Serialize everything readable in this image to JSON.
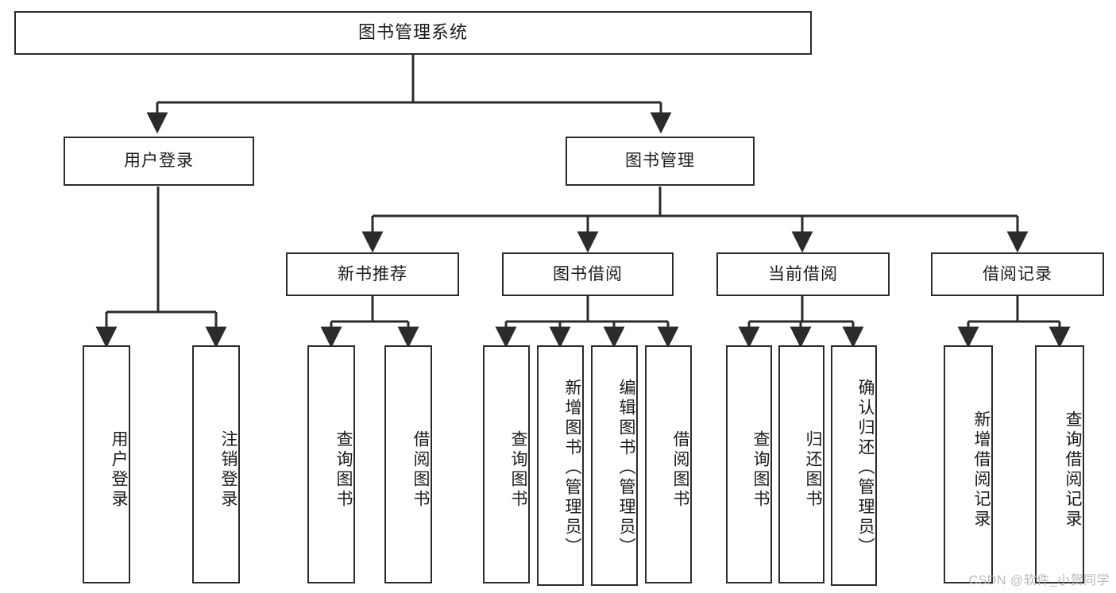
{
  "diagram": {
    "title": "图书管理系统",
    "type": "tree",
    "orientation": "top-down",
    "colors": {
      "node_border": "#2b2b2b",
      "node_fill": "#ffffff",
      "edge": "#2b2b2b",
      "text": "#1a1a1a",
      "watermark": "#b9b9b9",
      "background": "#ffffff"
    }
  },
  "watermark": {
    "text": "CSDN @软件_小贺同学"
  },
  "nodes": {
    "root": {
      "id": "root",
      "label": "图书管理系统",
      "level": 0,
      "orientation": "horizontal"
    },
    "level1": [
      {
        "id": "user-login",
        "label": "用户登录",
        "level": 1,
        "orientation": "horizontal"
      },
      {
        "id": "book-manage",
        "label": "图书管理",
        "level": 1,
        "orientation": "horizontal"
      }
    ],
    "level2": [
      {
        "id": "new-book-recommend",
        "label": "新书推荐",
        "level": 2,
        "orientation": "horizontal",
        "parent": "book-manage"
      },
      {
        "id": "book-borrow",
        "label": "图书借阅",
        "level": 2,
        "orientation": "horizontal",
        "parent": "book-manage"
      },
      {
        "id": "current-borrow",
        "label": "当前借阅",
        "level": 2,
        "orientation": "horizontal",
        "parent": "book-manage"
      },
      {
        "id": "borrow-record",
        "label": "借阅记录",
        "level": 2,
        "orientation": "horizontal",
        "parent": "book-manage"
      }
    ],
    "leaves": [
      {
        "id": "leaf-user-login",
        "label": "用户登录",
        "parent": "user-login",
        "orientation": "vertical"
      },
      {
        "id": "leaf-logout",
        "label": "注销登录",
        "parent": "user-login",
        "orientation": "vertical"
      },
      {
        "id": "leaf-query-book-1",
        "label": "查询图书",
        "parent": "new-book-recommend",
        "orientation": "vertical"
      },
      {
        "id": "leaf-borrow-book-1",
        "label": "借阅图书",
        "parent": "new-book-recommend",
        "orientation": "vertical"
      },
      {
        "id": "leaf-query-book-2",
        "label": "查询图书",
        "parent": "book-borrow",
        "orientation": "vertical"
      },
      {
        "id": "leaf-add-book",
        "label": "新增图书（管理员）",
        "parent": "book-borrow",
        "orientation": "vertical"
      },
      {
        "id": "leaf-edit-book",
        "label": "编辑图书（管理员）",
        "parent": "book-borrow",
        "orientation": "vertical"
      },
      {
        "id": "leaf-borrow-book-2",
        "label": "借阅图书",
        "parent": "book-borrow",
        "orientation": "vertical"
      },
      {
        "id": "leaf-query-book-3",
        "label": "查询图书",
        "parent": "current-borrow",
        "orientation": "vertical"
      },
      {
        "id": "leaf-return-book",
        "label": "归还图书",
        "parent": "current-borrow",
        "orientation": "vertical"
      },
      {
        "id": "leaf-confirm-return",
        "label": "确认归还（管理员）",
        "parent": "current-borrow",
        "orientation": "vertical"
      },
      {
        "id": "leaf-add-record",
        "label": "新增借阅记录",
        "parent": "borrow-record",
        "orientation": "vertical"
      },
      {
        "id": "leaf-query-record",
        "label": "查询借阅记录",
        "parent": "borrow-record",
        "orientation": "vertical"
      }
    ]
  }
}
